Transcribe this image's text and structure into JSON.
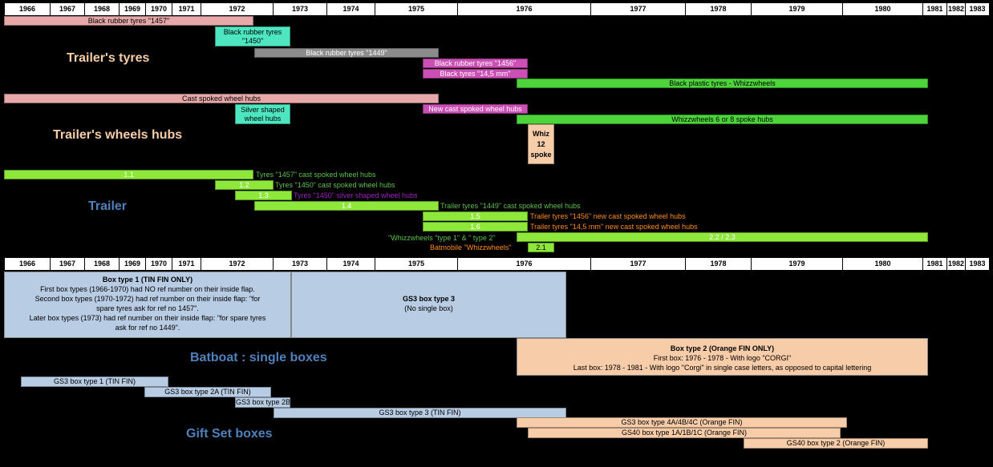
{
  "years": [
    "1966",
    "1967",
    "1968",
    "1969",
    "1970",
    "1971",
    "1972",
    "1973",
    "1974",
    "1975",
    "1976",
    "1977",
    "1978",
    "1979",
    "1980",
    "1981",
    "1982",
    "1983"
  ],
  "sections": {
    "trailers_tyres": "Trailer's tyres",
    "trailers_hubs": "Trailer's wheels hubs",
    "trailer": "Trailer",
    "batboat": "Batboat : single boxes",
    "giftset": "Gift Set boxes"
  },
  "tyres": {
    "t1457": "Black rubber tyres \"1457\"",
    "t1450_a": "Black rubber tyres",
    "t1450_b": "\"1450\"",
    "t1449": "Black rubber tyres \"1449\"",
    "t1456": "Black rubber tyres \"1456\"",
    "t145mm": "Black  tyres \"14,5 mm\"",
    "whizz": "Black plastic tyres - Whizzwheels"
  },
  "hubs": {
    "cast": "Cast spoked wheel hubs",
    "silver_a": "Silver shaped",
    "silver_b": "wheel hubs",
    "newcast": "New cast spoked wheel hubs",
    "whizz68": "Whizzwheels 6  or 8 spoke hubs",
    "whiz12_a": "Whiz",
    "whiz12_b": "12",
    "whiz12_c": "spoke"
  },
  "trailer": {
    "v11": "1.1",
    "v11_desc": "Tyres \"1457\" cast spoked wheel hubs",
    "v12": "1.2",
    "v12_desc": "Tyres \"1450\" cast spoked wheel hubs",
    "v13": "1.3",
    "v13_desc": "Tyres \"1450\" silver shaped wheel hubs",
    "v14": "1.4",
    "v14_desc": "Trailer tyres \"1449\" cast spoked wheel hubs",
    "v15": "1.5",
    "v15_desc": "Trailer tyres \"1456\" new cast spoked wheel hubs",
    "v16": "1.6",
    "v16_desc": "Trailer tyres \"14,5 mm\" new cast spoked wheel hubs",
    "v22": "2.2 / 2.3",
    "v22_desc": "\"Whizzwheels \"type 1\" & \" type 2\"",
    "v21": "2.1",
    "v21_desc": "Batmobile \"Whizzwheels\""
  },
  "batboat": {
    "box1": {
      "title": "Box type 1 (TIN FIN ONLY)",
      "lines": [
        "First box types (1966-1970) had NO ref number on their inside flap.",
        "Second box types (1970-1972) had ref number on their inside flap: \"for",
        "spare tyres ask for ref no 1457\".",
        "Later box types (1973) had ref number on their inside flap: \"for spare tyres",
        "ask for ref no 1449\"."
      ]
    },
    "gs3": {
      "title": "GS3 box type 3",
      "sub": "(No single box)"
    },
    "box2": {
      "title": "Box type 2 (Orange FIN ONLY)",
      "lines": [
        "First box: 1976 - 1978 - With logo \"CORGI\"",
        "Last box: 1978 - 1981 - With logo \"Corgi\" in single case letters, as opposed to capital lettering"
      ]
    }
  },
  "giftset": {
    "gs3_1": "GS3 box type 1 (TIN FIN)",
    "gs3_2a": "GS3 box type 2A (TIN FIN)",
    "gs3_2b": "GS3 box type 2B",
    "gs3_3": "GS3 box type 3 (TIN FIN)",
    "gs3_4": "GS3 box type 4A/4B/4C (Orange FIN)",
    "gs40_1": "GS40 box type 1A/1B/1C (Orange FIN)",
    "gs40_2": "GS40 box type 2 (Orange FIN)"
  },
  "colors": {
    "pink": "#e6a8a8",
    "teal": "#4de6c0",
    "grey": "#8c8c8c",
    "magenta": "#cc4fb5",
    "green": "#4cd43a",
    "lime": "#8ee83a",
    "peach": "#f7cca8",
    "lightblue": "#b8cce4",
    "orange_text": "#ff8c1a",
    "purple_text": "#a020c0",
    "green_text": "#5ac04a",
    "section_tan": "#f7cca8",
    "section_blue": "#4f81bd"
  }
}
